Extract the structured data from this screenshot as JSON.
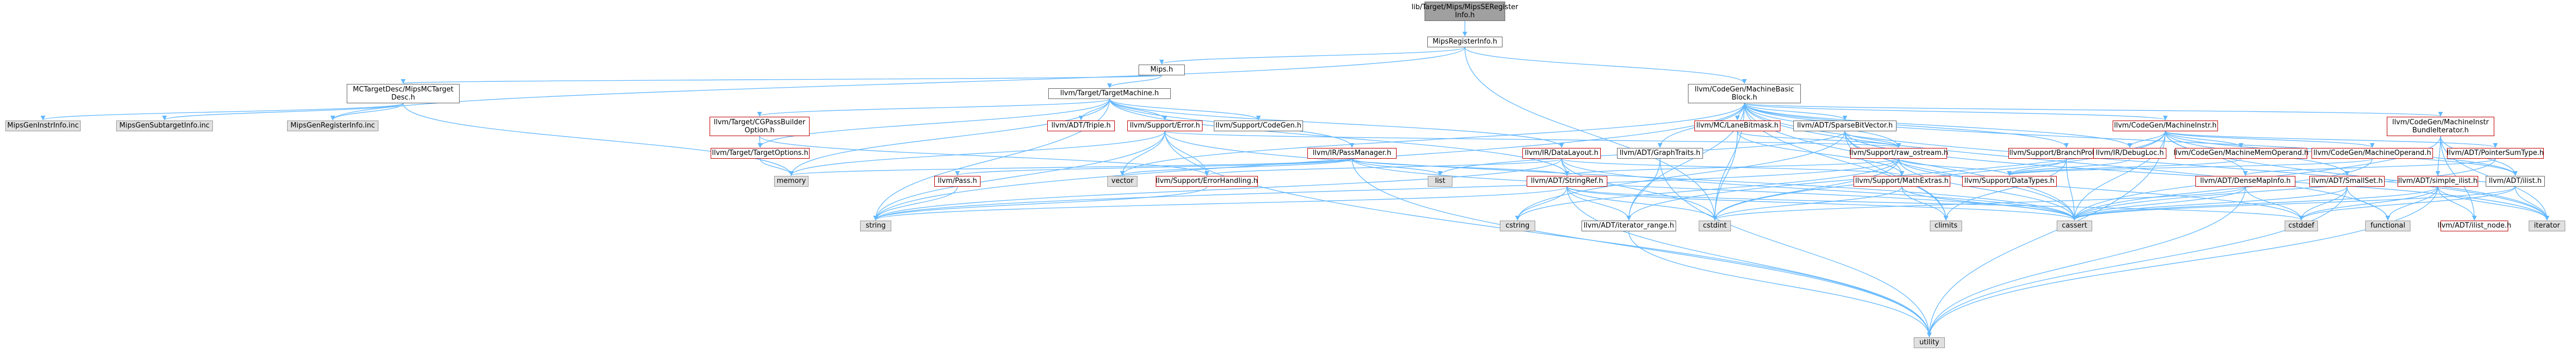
{
  "nodes": [
    {
      "id": "root",
      "lines": [
        "lib/Target/Mips/MipsSERegister",
        "Info.h"
      ]
    },
    {
      "id": "mipsreg",
      "lines": [
        "MipsRegisterInfo.h"
      ]
    },
    {
      "id": "mipsh",
      "lines": [
        "Mips.h"
      ]
    },
    {
      "id": "mcdesc",
      "lines": [
        "MCTargetDesc/MipsMCTarget",
        "Desc.h"
      ]
    },
    {
      "id": "tm",
      "lines": [
        "llvm/Target/TargetMachine.h"
      ]
    },
    {
      "id": "mbb",
      "lines": [
        "llvm/CodeGen/MachineBasic",
        "Block.h"
      ]
    },
    {
      "id": "instrinfo",
      "lines": [
        "MipsGenInstrInfo.inc"
      ]
    },
    {
      "id": "subtarget",
      "lines": [
        "MipsGenSubtargetInfo.inc"
      ]
    },
    {
      "id": "reginfoinc",
      "lines": [
        "MipsGenRegisterInfo.inc"
      ]
    },
    {
      "id": "cgpass",
      "lines": [
        "llvm/Target/CGPassBuilder",
        "Option.h"
      ]
    },
    {
      "id": "triple",
      "lines": [
        "llvm/ADT/Triple.h"
      ]
    },
    {
      "id": "error",
      "lines": [
        "llvm/Support/Error.h"
      ]
    },
    {
      "id": "codegen",
      "lines": [
        "llvm/Support/CodeGen.h"
      ]
    },
    {
      "id": "passmgr",
      "lines": [
        "llvm/IR/PassManager.h"
      ]
    },
    {
      "id": "datalayout",
      "lines": [
        "llvm/IR/DataLayout.h"
      ]
    },
    {
      "id": "graphtraits",
      "lines": [
        "llvm/ADT/GraphTraits.h"
      ]
    },
    {
      "id": "lanebitmask",
      "lines": [
        "llvm/MC/LaneBitmask.h"
      ]
    },
    {
      "id": "sparsebv",
      "lines": [
        "llvm/ADT/SparseBitVector.h"
      ]
    },
    {
      "id": "branchprob",
      "lines": [
        "llvm/Support/BranchProbability.h"
      ]
    },
    {
      "id": "machineinstr",
      "lines": [
        "llvm/CodeGen/MachineInstr.h"
      ]
    },
    {
      "id": "mibundle",
      "lines": [
        "llvm/CodeGen/MachineInstr",
        "BundleIterator.h"
      ]
    },
    {
      "id": "targetopts",
      "lines": [
        "llvm/Target/TargetOptions.h"
      ]
    },
    {
      "id": "memory",
      "lines": [
        "memory"
      ]
    },
    {
      "id": "vector",
      "lines": [
        "vector"
      ]
    },
    {
      "id": "errorhandling",
      "lines": [
        "llvm/Support/ErrorHandling.h"
      ]
    },
    {
      "id": "pass",
      "lines": [
        "llvm/Pass.h"
      ]
    },
    {
      "id": "list",
      "lines": [
        "list"
      ]
    },
    {
      "id": "stringref",
      "lines": [
        "llvm/ADT/StringRef.h"
      ]
    },
    {
      "id": "rawostream",
      "lines": [
        "llvm/Support/raw_ostream.h"
      ]
    },
    {
      "id": "mathextras",
      "lines": [
        "llvm/Support/MathExtras.h"
      ]
    },
    {
      "id": "debugloc",
      "lines": [
        "llvm/IR/DebugLoc.h"
      ]
    },
    {
      "id": "memoperand",
      "lines": [
        "llvm/CodeGen/MachineMemOperand.h"
      ]
    },
    {
      "id": "operand",
      "lines": [
        "llvm/CodeGen/MachineOperand.h"
      ]
    },
    {
      "id": "ptrsum",
      "lines": [
        "llvm/ADT/PointerSumType.h"
      ]
    },
    {
      "id": "ilist",
      "lines": [
        "llvm/ADT/ilist.h"
      ]
    },
    {
      "id": "string",
      "lines": [
        "string"
      ]
    },
    {
      "id": "cstring",
      "lines": [
        "cstring"
      ]
    },
    {
      "id": "iterrange",
      "lines": [
        "llvm/ADT/iterator_range.h"
      ]
    },
    {
      "id": "cstdint",
      "lines": [
        "cstdint"
      ]
    },
    {
      "id": "climits",
      "lines": [
        "climits"
      ]
    },
    {
      "id": "cassert",
      "lines": [
        "cassert"
      ]
    },
    {
      "id": "datatypes",
      "lines": [
        "llvm/Support/DataTypes.h"
      ]
    },
    {
      "id": "densemapinfo",
      "lines": [
        "llvm/ADT/DenseMapInfo.h"
      ]
    },
    {
      "id": "smallset",
      "lines": [
        "llvm/ADT/SmallSet.h"
      ]
    },
    {
      "id": "cstddef",
      "lines": [
        "cstddef"
      ]
    },
    {
      "id": "functional",
      "lines": [
        "functional"
      ]
    },
    {
      "id": "simpleilist",
      "lines": [
        "llvm/ADT/simple_ilist.h"
      ]
    },
    {
      "id": "ilistnode",
      "lines": [
        "llvm/ADT/ilist_node.h"
      ]
    },
    {
      "id": "iterator",
      "lines": [
        "iterator"
      ]
    },
    {
      "id": "utility",
      "lines": [
        "utility"
      ]
    }
  ],
  "colors": {
    "edge": "#63b8ff",
    "link_border": "#666666",
    "missing_border": "#bf0000",
    "ext_fill": "#e0e0e0",
    "current_fill": "#a0a0a0"
  }
}
